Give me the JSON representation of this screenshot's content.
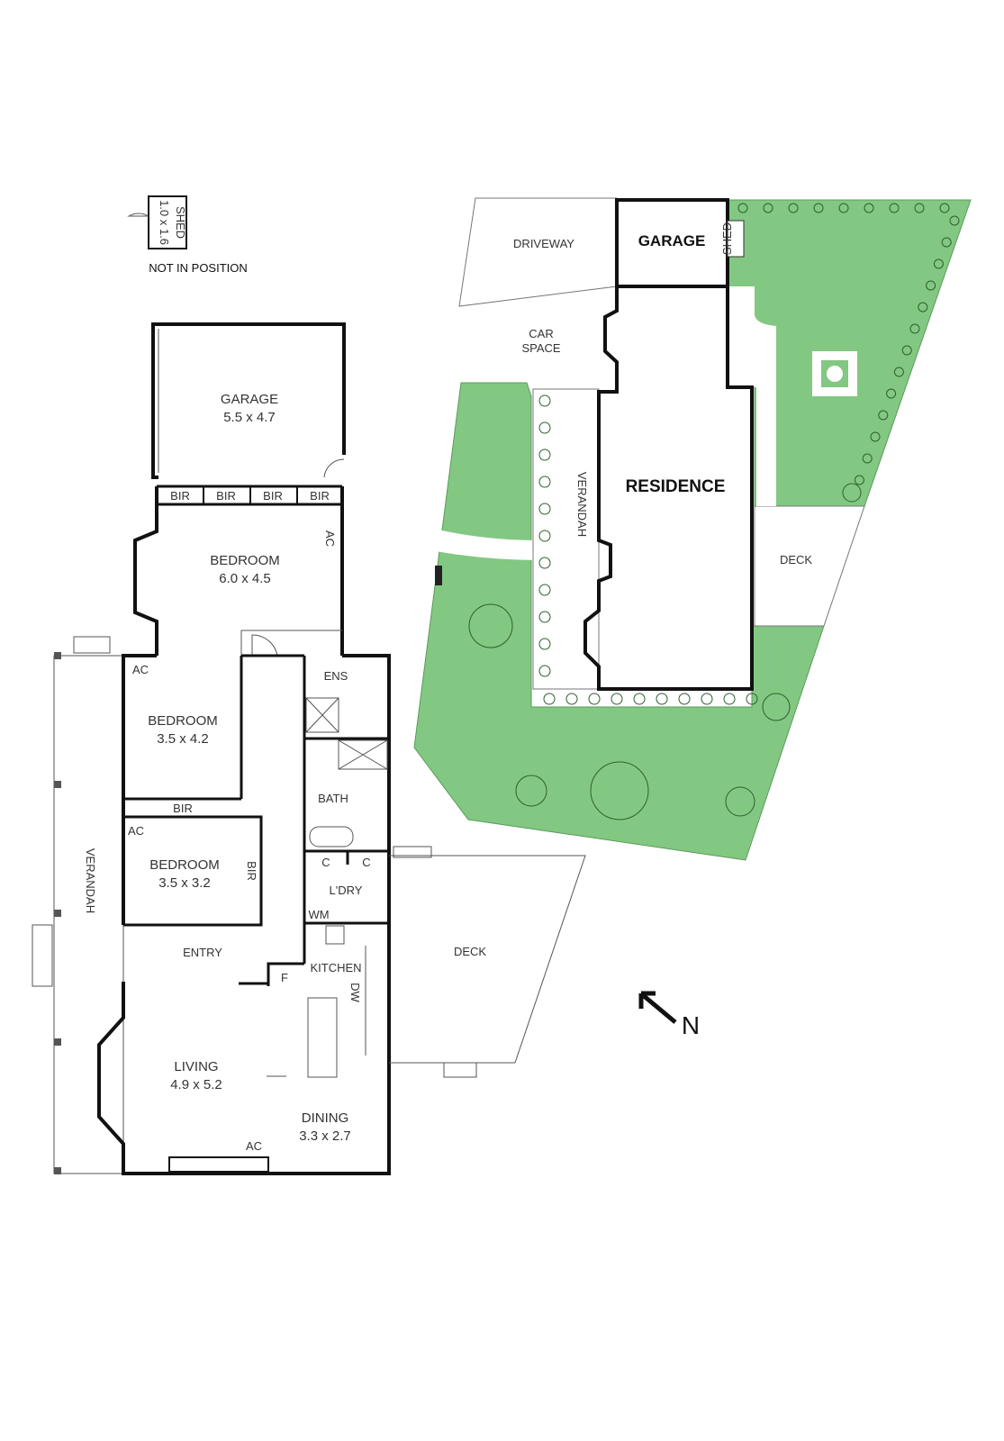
{
  "colors": {
    "grass": "#82c882",
    "wall": "#111111",
    "text": "#333333"
  },
  "shed_detail": {
    "label": "SHED",
    "size": "1.0 x 1.6",
    "note": "NOT IN POSITION"
  },
  "floor_plan": {
    "garage": {
      "name": "GARAGE",
      "size": "5.5 x 4.7"
    },
    "bir": "BIR",
    "main_bedroom": {
      "name": "BEDROOM",
      "size": "6.0 x 4.5"
    },
    "bedroom2": {
      "name": "BEDROOM",
      "size": "3.5 x 4.2"
    },
    "bedroom3": {
      "name": "BEDROOM",
      "size": "3.5 x 3.2"
    },
    "ac": "AC",
    "ens": "ENS",
    "bath": "BATH",
    "cupboard": "C",
    "laundry": "L'DRY",
    "wm": "WM",
    "kitchen": "KITCHEN",
    "dw": "DW",
    "fridge": "F",
    "entry": "ENTRY",
    "living": {
      "name": "LIVING",
      "size": "4.9 x 5.2"
    },
    "dining": {
      "name": "DINING",
      "size": "3.3 x 2.7"
    },
    "verandah": "VERANDAH",
    "deck": "DECK"
  },
  "site_plan": {
    "driveway": "DRIVEWAY",
    "garage": "GARAGE",
    "shed": "SHED",
    "car_space": [
      "CAR",
      "SPACE"
    ],
    "residence": "RESIDENCE",
    "verandah": "VERANDAH",
    "deck": "DECK"
  },
  "north_arrow": {
    "label": "N",
    "icon": "north-arrow-icon"
  }
}
